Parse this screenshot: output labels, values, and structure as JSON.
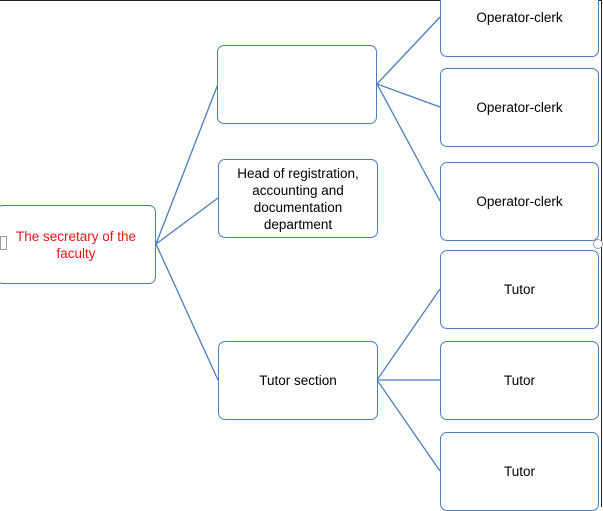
{
  "diagram": {
    "root": {
      "label": "The secretary of the faculty"
    },
    "level1": [
      {
        "label": ""
      },
      {
        "label": "Head of registration, accounting and documentation department"
      },
      {
        "label": "Tutor section"
      }
    ],
    "level2": [
      {
        "label": "Operator-clerk"
      },
      {
        "label": "Operator-clerk"
      },
      {
        "label": "Operator-clerk"
      },
      {
        "label": "Tutor"
      },
      {
        "label": "Tutor"
      },
      {
        "label": "Tutor"
      }
    ],
    "colors": {
      "border": "#4a7ebb",
      "connector": "#4a7ebb",
      "root_text": "#e8151b",
      "text": "#000000"
    }
  }
}
